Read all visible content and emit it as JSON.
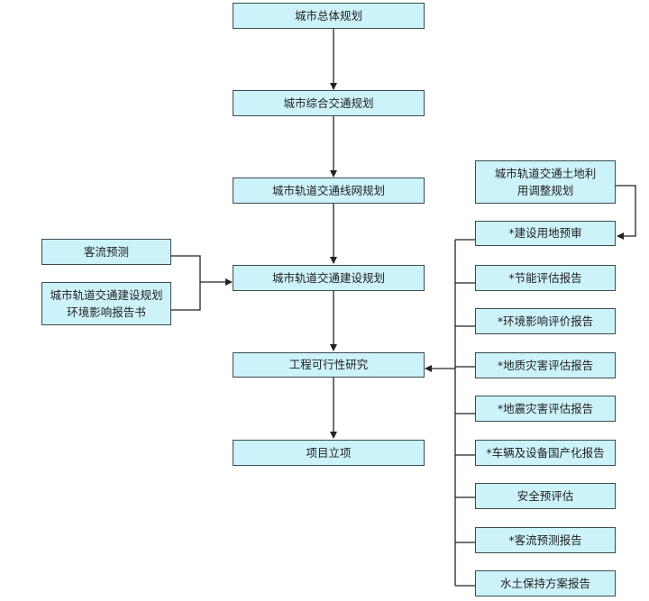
{
  "main_chain": [
    {
      "label": "城市总体规划"
    },
    {
      "label": "城市综合交通规划"
    },
    {
      "label": "城市轨道交通线网规划"
    },
    {
      "label": "城市轨道交通建设规划"
    },
    {
      "label": "工程可行性研究"
    },
    {
      "label": "项目立项"
    }
  ],
  "left_inputs": [
    {
      "label": "客流预测"
    },
    {
      "label": "城市轨道交通建设规划环境影响报告书"
    }
  ],
  "top_right": {
    "label": "城市轨道交通土地利用调整规划"
  },
  "right_reports": [
    {
      "label": "*建设用地预审"
    },
    {
      "label": "*节能评估报告"
    },
    {
      "label": "*环境影响评价报告"
    },
    {
      "label": "*地质灾害评估报告"
    },
    {
      "label": "*地震灾害评估报告"
    },
    {
      "label": "*车辆及设备国产化报告"
    },
    {
      "label": "安全预评估"
    },
    {
      "label": "*客流预测报告"
    },
    {
      "label": "水土保持方案报告"
    }
  ],
  "colors": {
    "box_fill": "#ccf2fa",
    "border": "#3c4a50",
    "line": "#222222"
  }
}
